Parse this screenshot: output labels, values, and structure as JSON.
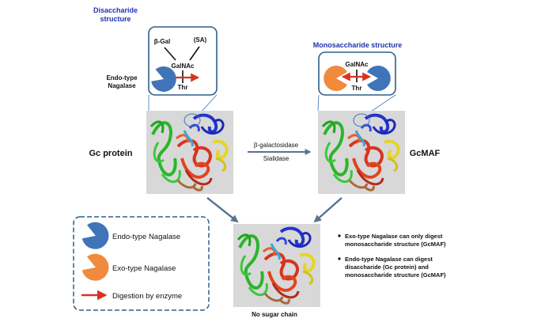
{
  "top_left": {
    "heading_line1": "Disaccharide",
    "heading_line2": "structure",
    "beta_gal": "β-Gal",
    "sa": "(SA)",
    "galnac": "GalNAc",
    "thr": "Thr",
    "enzyme_line1": "Endo-type",
    "enzyme_line2": "Nagalase"
  },
  "top_right": {
    "heading": "Monosaccharide structure",
    "galnac": "GalNAc",
    "thr": "Thr"
  },
  "labels": {
    "gc_protein": "Gc protein",
    "gcmaf": "GcMAF",
    "beta_galactosidase": "β-galactosidase",
    "sialidase": "Sialidase",
    "no_sugar_chain": "No sugar chain"
  },
  "legend": {
    "endo": "Endo-type Nagalase",
    "exo": "Exo-type Nagalase",
    "digestion": "Digestion by enzyme"
  },
  "notes": {
    "note1_line1": "Exo-type Nagalase can only digest",
    "note1_line2": "monosaccharide structure (GcMAF)",
    "note2_line1": "Endo-type Nagalase can digest",
    "note2_line2": "disaccharide (Gc protein) and",
    "note2_line3": "monosaccharide structure (GcMAF)"
  },
  "colors": {
    "endo_blue": "#3f74b8",
    "exo_orange": "#f08a3c",
    "digestion_red": "#d8331f",
    "heading_blue": "#1f33b0",
    "box_border": "#2f5f8a",
    "flow_arrow": "#5a7390"
  }
}
